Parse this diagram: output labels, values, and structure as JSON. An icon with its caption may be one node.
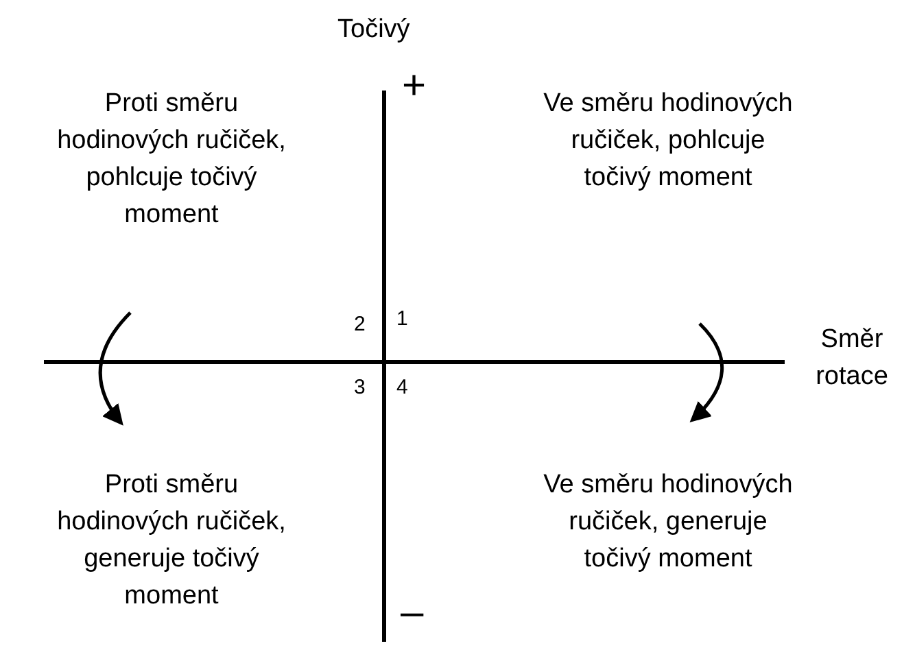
{
  "diagram": {
    "labels": [
      "Točivý",
      "+",
      "Proti směru hodinových ručiček, pohlcuje točivý moment",
      "Ve směru hodinových ručiček, pohlcuje točivý moment",
      "2",
      "1",
      "Směr rotace",
      "3",
      "4",
      "Proti směru hodinových ručiček, generuje točivý moment",
      "Ve směru hodinových ručiček, generuje točivý moment",
      "–"
    ]
  }
}
